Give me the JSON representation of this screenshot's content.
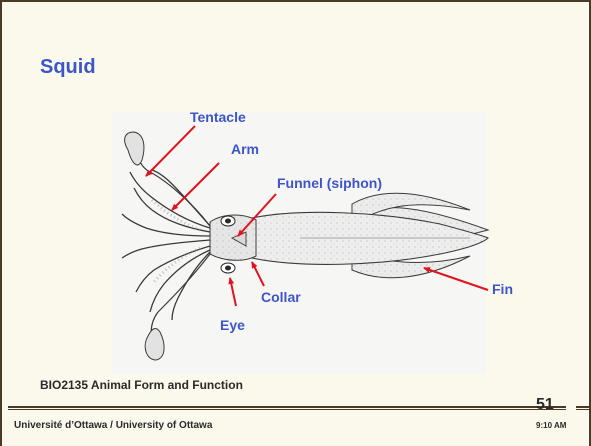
{
  "slide": {
    "title": "Squid",
    "course": "BIO2135 Animal Form and Function",
    "university": "Université d’Ottawa / University of Ottawa",
    "page_number": "51",
    "time": "9:10 AM"
  },
  "labels": {
    "tentacle": "Tentacle",
    "arm": "Arm",
    "funnel": "Funnel (siphon)",
    "collar": "Collar",
    "eye": "Eye",
    "fin": "Fin"
  },
  "colors": {
    "title": "#3d55c9",
    "label": "#3d55c9",
    "arrow": "#e0141e",
    "background": "#fbf8ec",
    "frame": "#4a3b27"
  }
}
